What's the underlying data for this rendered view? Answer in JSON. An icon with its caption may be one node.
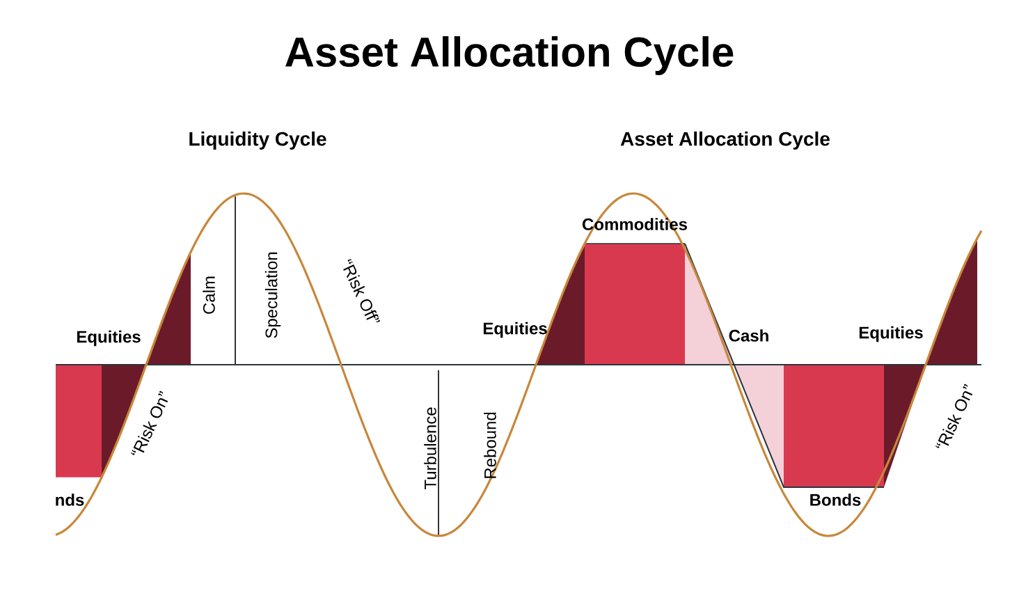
{
  "diagram": {
    "title": "Asset Allocation Cycle",
    "labels": [
      "Liquidity Cycle",
      "Asset Allocation Cycle",
      "Equities",
      "Calm",
      "Speculation",
      "“Risk Off”",
      "“Risk On”",
      "nds",
      "Turbulence",
      "Rebound",
      "Equities",
      "Commodities",
      "Cash",
      "Equities",
      "Bonds",
      "“Risk On”"
    ]
  }
}
